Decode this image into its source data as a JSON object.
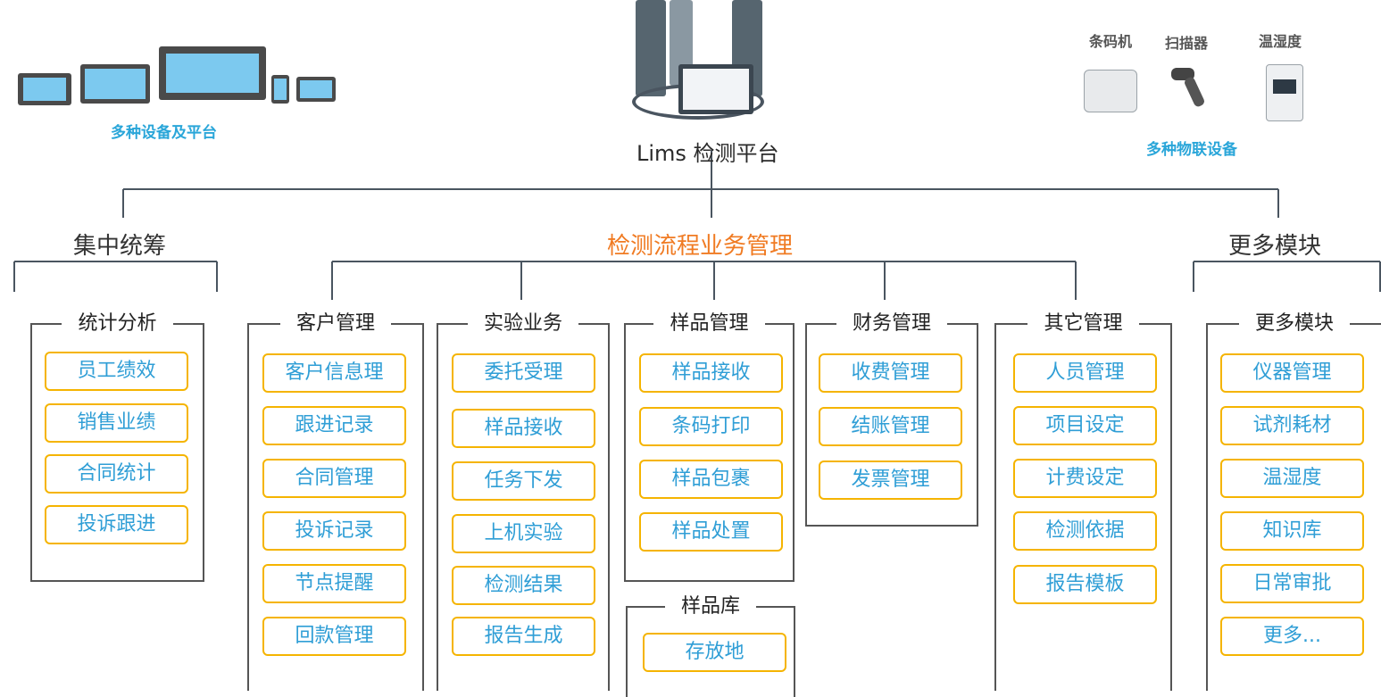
{
  "platform": {
    "title": "Lims 检测平台",
    "devices_label": "多种设备及平台",
    "iot_label": "多种物联设备",
    "iot_devices": [
      "条码机",
      "扫描器",
      "温湿度"
    ]
  },
  "sections": {
    "left": "集中统筹",
    "center": "检测流程业务管理",
    "right": "更多模块"
  },
  "groups": [
    {
      "title": "统计分析",
      "items": [
        "员工绩效",
        "销售业绩",
        "合同统计",
        "投诉跟进"
      ]
    },
    {
      "title": "客户管理",
      "items": [
        "客户信息理",
        "跟进记录",
        "合同管理",
        "投诉记录",
        "节点提醒",
        "回款管理"
      ]
    },
    {
      "title": "实验业务",
      "items": [
        "委托受理",
        "样品接收",
        "任务下发",
        "上机实验",
        "检测结果",
        "报告生成"
      ]
    },
    {
      "title": "样品管理",
      "items": [
        "样品接收",
        "条码打印",
        "样品包裹",
        "样品处置"
      ]
    },
    {
      "title": "财务管理",
      "items": [
        "收费管理",
        "结账管理",
        "发票管理"
      ]
    },
    {
      "title": "其它管理",
      "items": [
        "人员管理",
        "项目设定",
        "计费设定",
        "检测依据",
        "报告模板"
      ]
    },
    {
      "title": "更多模块",
      "items": [
        "仪器管理",
        "试剂耗材",
        "温湿度",
        "知识库",
        "日常审批",
        "更多..."
      ]
    },
    {
      "title": "样品库",
      "items": [
        "存放地"
      ]
    }
  ],
  "colors": {
    "accent_orange": "#f07b23",
    "pill_border": "#f5b400",
    "pill_text": "#2f9ed6",
    "line": "#555555"
  }
}
